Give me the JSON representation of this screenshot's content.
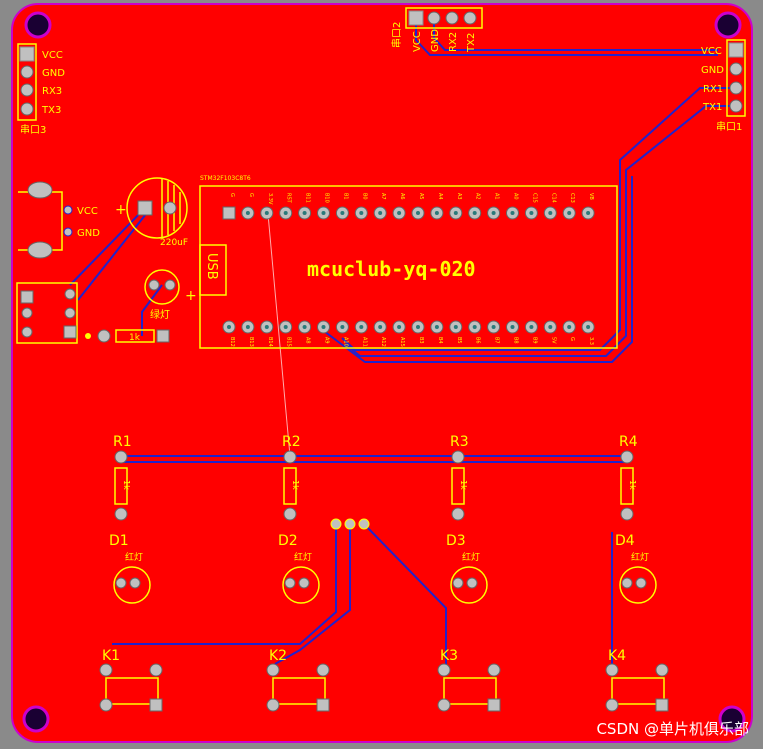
{
  "board": {
    "colors": {
      "background": "#8a8a8a",
      "copper_pour": "#ff0000",
      "silkscreen": "#ffff00",
      "trace_bottom": "#2222cc",
      "outline": "#cc00cc",
      "pad": "#c0c0c0"
    },
    "watermark": "CSDN @单片机俱乐部"
  },
  "headers": {
    "uart2": {
      "label": "串口2",
      "pins": [
        "VCC",
        "GND",
        "RX2",
        "TX2"
      ]
    },
    "uart1": {
      "label": "串口1",
      "pins": [
        "VCC",
        "GND",
        "RX1",
        "TX1"
      ]
    },
    "uart3": {
      "label": "串口3",
      "pins": [
        "VCC",
        "GND",
        "RX3",
        "TX3"
      ]
    }
  },
  "power": {
    "jack_pins": [
      "VCC",
      "GND"
    ],
    "capacitor_label": "220uF",
    "capacitor_polarity": "+",
    "indicator_label": "绿灯",
    "indicator_polarity": "+",
    "indicator_resistor": "1k"
  },
  "mcu": {
    "title": "mcuclub-yq-020",
    "usb_label": "USB",
    "top_small_label": "STM32F103C8T6",
    "top_pins": [
      "G",
      "G",
      "3.3V",
      "RST",
      "B11",
      "B10",
      "B1",
      "B0",
      "A7",
      "A6",
      "A5",
      "A4",
      "A3",
      "A2",
      "A1",
      "A0",
      "C15",
      "C14",
      "C13",
      "VB"
    ],
    "bottom_pins": [
      "B12",
      "B13",
      "B14",
      "B15",
      "A8",
      "A9",
      "A10",
      "A11",
      "A12",
      "A15",
      "B3",
      "B4",
      "B5",
      "B6",
      "B7",
      "B8",
      "B9",
      "5V",
      "G",
      "3.3"
    ]
  },
  "leds": [
    {
      "resistor": "R1",
      "resistor_value": "1k",
      "led": "D1",
      "led_label": "红灯"
    },
    {
      "resistor": "R2",
      "resistor_value": "1k",
      "led": "D2",
      "led_label": "红灯"
    },
    {
      "resistor": "R3",
      "resistor_value": "1k",
      "led": "D3",
      "led_label": "红灯"
    },
    {
      "resistor": "R4",
      "resistor_value": "1k",
      "led": "D4",
      "led_label": "红灯"
    }
  ],
  "keys": [
    {
      "label": "K1"
    },
    {
      "label": "K2"
    },
    {
      "label": "K3"
    },
    {
      "label": "K4"
    }
  ]
}
